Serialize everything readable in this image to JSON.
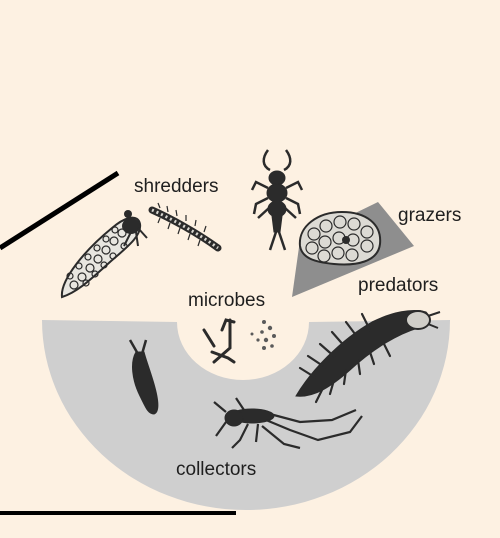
{
  "colors": {
    "background": "#fdf1e2",
    "lower_band": "#cfcfcf",
    "grazer_patch": "#8e8e8e",
    "organism": "#2b2b2b",
    "line": "#000000"
  },
  "labels": {
    "shredders": "shredders",
    "grazers": "grazers",
    "microbes": "microbes",
    "predators": "predators",
    "collectors": "collectors"
  },
  "icons": {
    "shredder_case": "caddisfly-larva-case-icon",
    "shredder_stonefly": "stonefly-nymph-icon",
    "shredder_cranefly": "cranefly-larva-icon",
    "grazer": "snail-grazer-icon",
    "microbe_fungus": "fungal-hyphae-icon",
    "microbe_bacteria": "bacteria-dots-icon",
    "predator": "hellgrammite-larva-icon",
    "collector_worm": "blackfly-larva-icon",
    "collector_mayfly": "mayfly-nymph-icon"
  }
}
